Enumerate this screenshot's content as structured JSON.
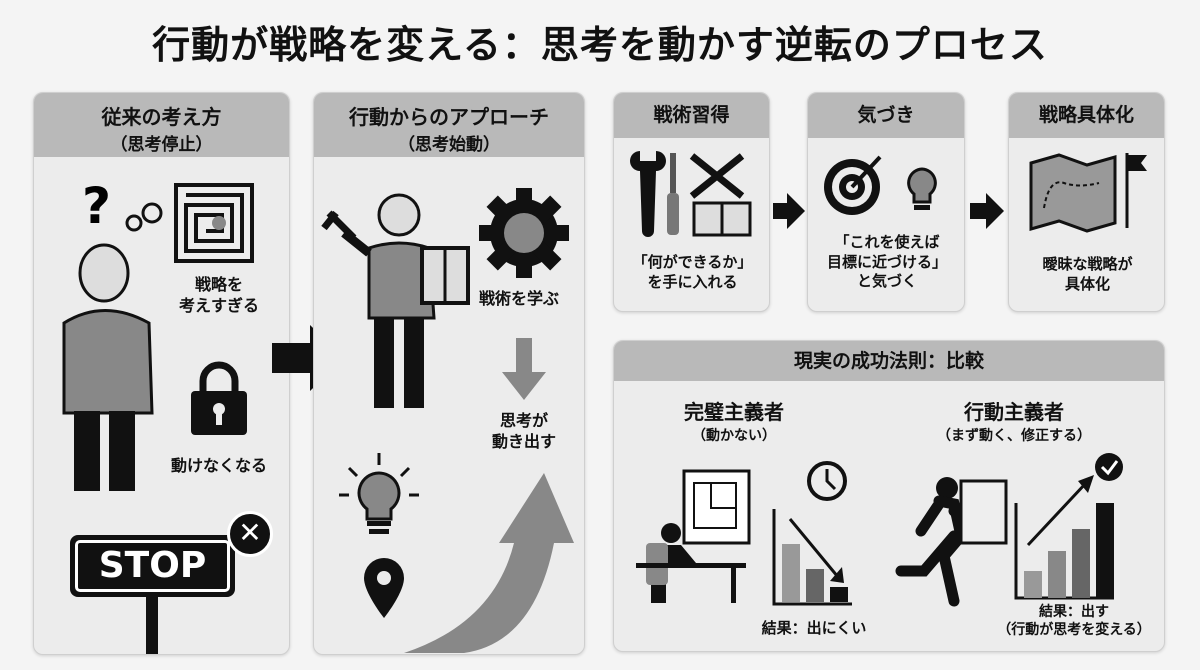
{
  "title": "行動が戦略を変える：思考を動かす逆転のプロセス",
  "left_panel": {
    "title": "従来の考え方",
    "subtitle": "（思考停止）",
    "overthink": "戦略を\n考えすぎる",
    "stuck": "動けなくなる",
    "stop_sign": "STOP"
  },
  "middle_panel": {
    "title": "行動からのアプローチ",
    "subtitle": "（思考始動）",
    "learn": "戦術を学ぶ",
    "thinking": "思考が\n動き出す"
  },
  "steps": [
    {
      "title": "戦術習得",
      "text": "「何ができるか」\nを手に入れる"
    },
    {
      "title": "気づき",
      "text": "「これを使えば\n目標に近づける」\nと気づく"
    },
    {
      "title": "戦略具体化",
      "text": "曖昧な戦略が\n具体化"
    }
  ],
  "comparison": {
    "title": "現実の成功法則：比較",
    "perfectionist": {
      "title": "完璧主義者",
      "subtitle": "（動かない）",
      "result": "結果：出にくい"
    },
    "action": {
      "title": "行動主義者",
      "subtitle": "（まず動く、修正する）",
      "result": "結果：出す\n（行動が思考を変える）"
    }
  },
  "colors": {
    "header": "#b9b9b9",
    "panel": "#ececec",
    "ink": "#111111",
    "gray": "#8a8a8a"
  }
}
